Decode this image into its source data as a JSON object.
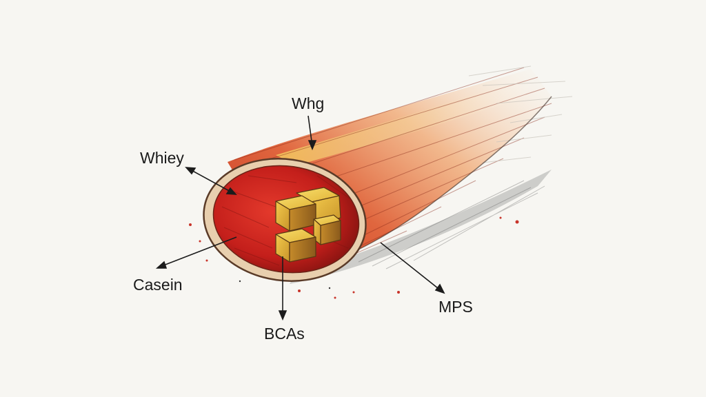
{
  "labels": {
    "top": "Whg",
    "upper_left": "Whiey",
    "lower_left": "Casein",
    "bottom": "BCAs",
    "right": "MPS"
  }
}
